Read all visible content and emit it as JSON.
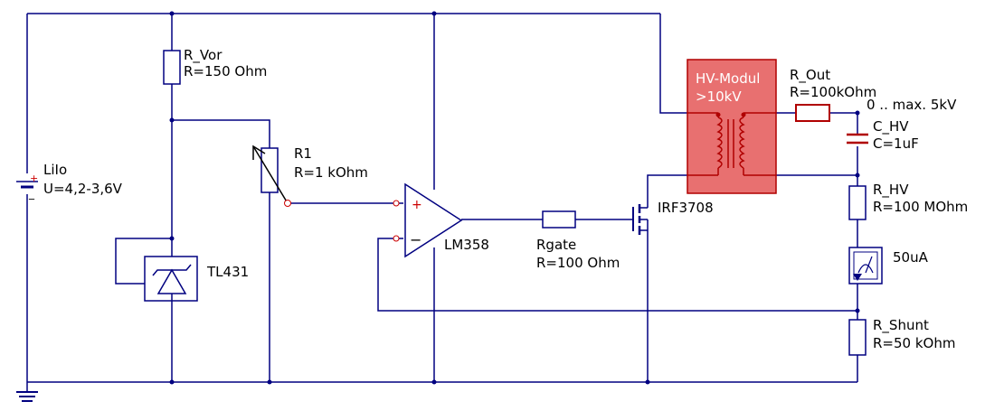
{
  "components": {
    "battery": {
      "name": "LiIo",
      "value": "U=4,2-3,6V",
      "plus": "+",
      "minus": "_"
    },
    "r_vor": {
      "name": "R_Vor",
      "value": "R=150 Ohm"
    },
    "r1": {
      "name": "R1",
      "value": "R=1 kOhm"
    },
    "tl431": {
      "name": "TL431"
    },
    "opamp": {
      "name": "LM358",
      "plus": "+",
      "minus": "−"
    },
    "rgate": {
      "name": "Rgate",
      "value": "R=100 Ohm"
    },
    "mosfet": {
      "name": "IRF3708"
    },
    "hv_modul": {
      "name": "HV-Modul",
      "value": ">10kV"
    },
    "r_out": {
      "name": "R_Out",
      "value": "R=100kOhm"
    },
    "output": {
      "label": "0 .. max. 5kV"
    },
    "c_hv": {
      "name": "C_HV",
      "value": "C=1uF"
    },
    "r_hv": {
      "name": "R_HV",
      "value": "R=100 MOhm"
    },
    "ammeter": {
      "value": "50uA"
    },
    "r_shunt": {
      "name": "R_Shunt",
      "value": "R=50 kOhm"
    }
  },
  "colors": {
    "wire": "#000080",
    "hv_fill": "#e87070",
    "hv_stroke": "#b00000",
    "terminal": "#cc0000"
  }
}
